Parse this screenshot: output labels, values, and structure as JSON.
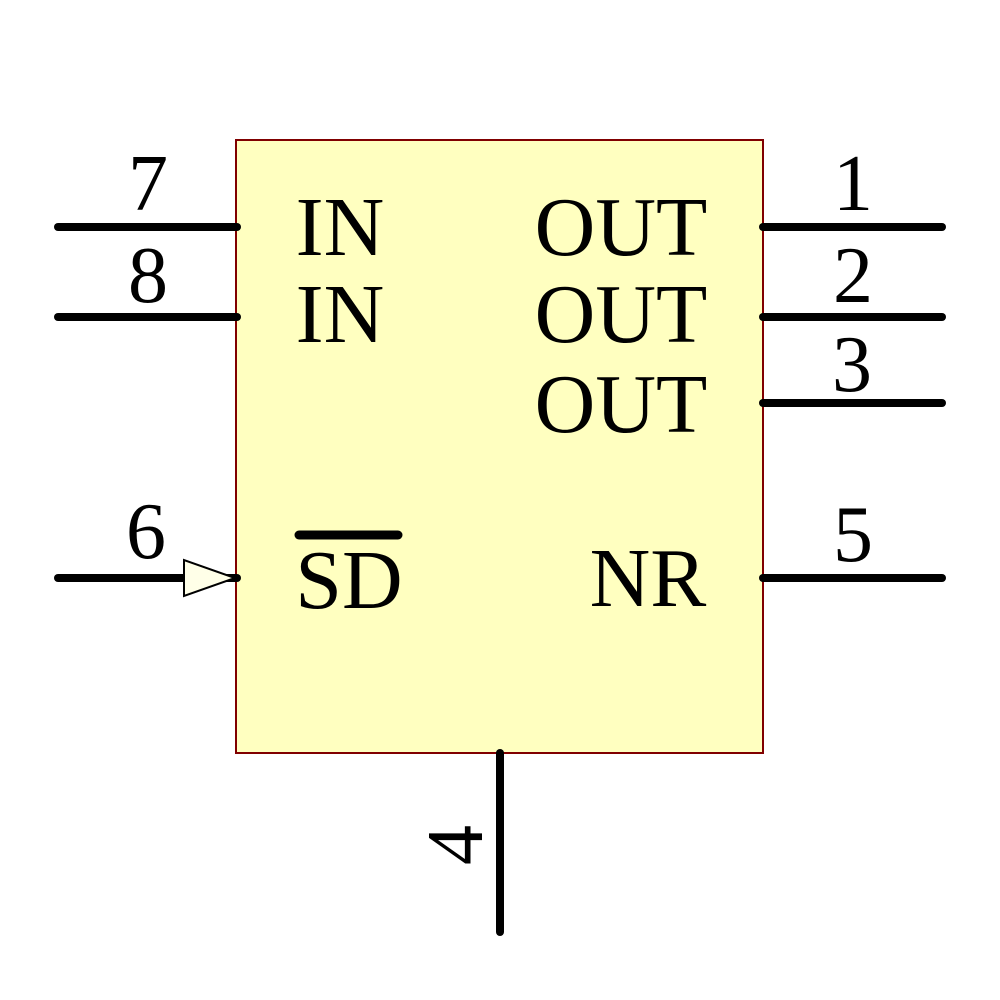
{
  "symbol": {
    "type": "schematic-ic-symbol",
    "body": {
      "fill": "#FFFFC0",
      "border": "#800000"
    },
    "wire_color": "#000000",
    "input_arrow_fill": "#FFFFE8",
    "pins": {
      "left": [
        {
          "number": "7",
          "label": "IN"
        },
        {
          "number": "8",
          "label": "IN"
        },
        {
          "number": "6",
          "label": "SD",
          "overline": true,
          "input_arrow": true
        }
      ],
      "right": [
        {
          "number": "1",
          "label": "OUT"
        },
        {
          "number": "2",
          "label": "OUT"
        },
        {
          "number": "3",
          "label": "OUT"
        },
        {
          "number": "5",
          "label": "NR"
        }
      ],
      "bottom": [
        {
          "number": "4",
          "label": ""
        }
      ]
    }
  }
}
